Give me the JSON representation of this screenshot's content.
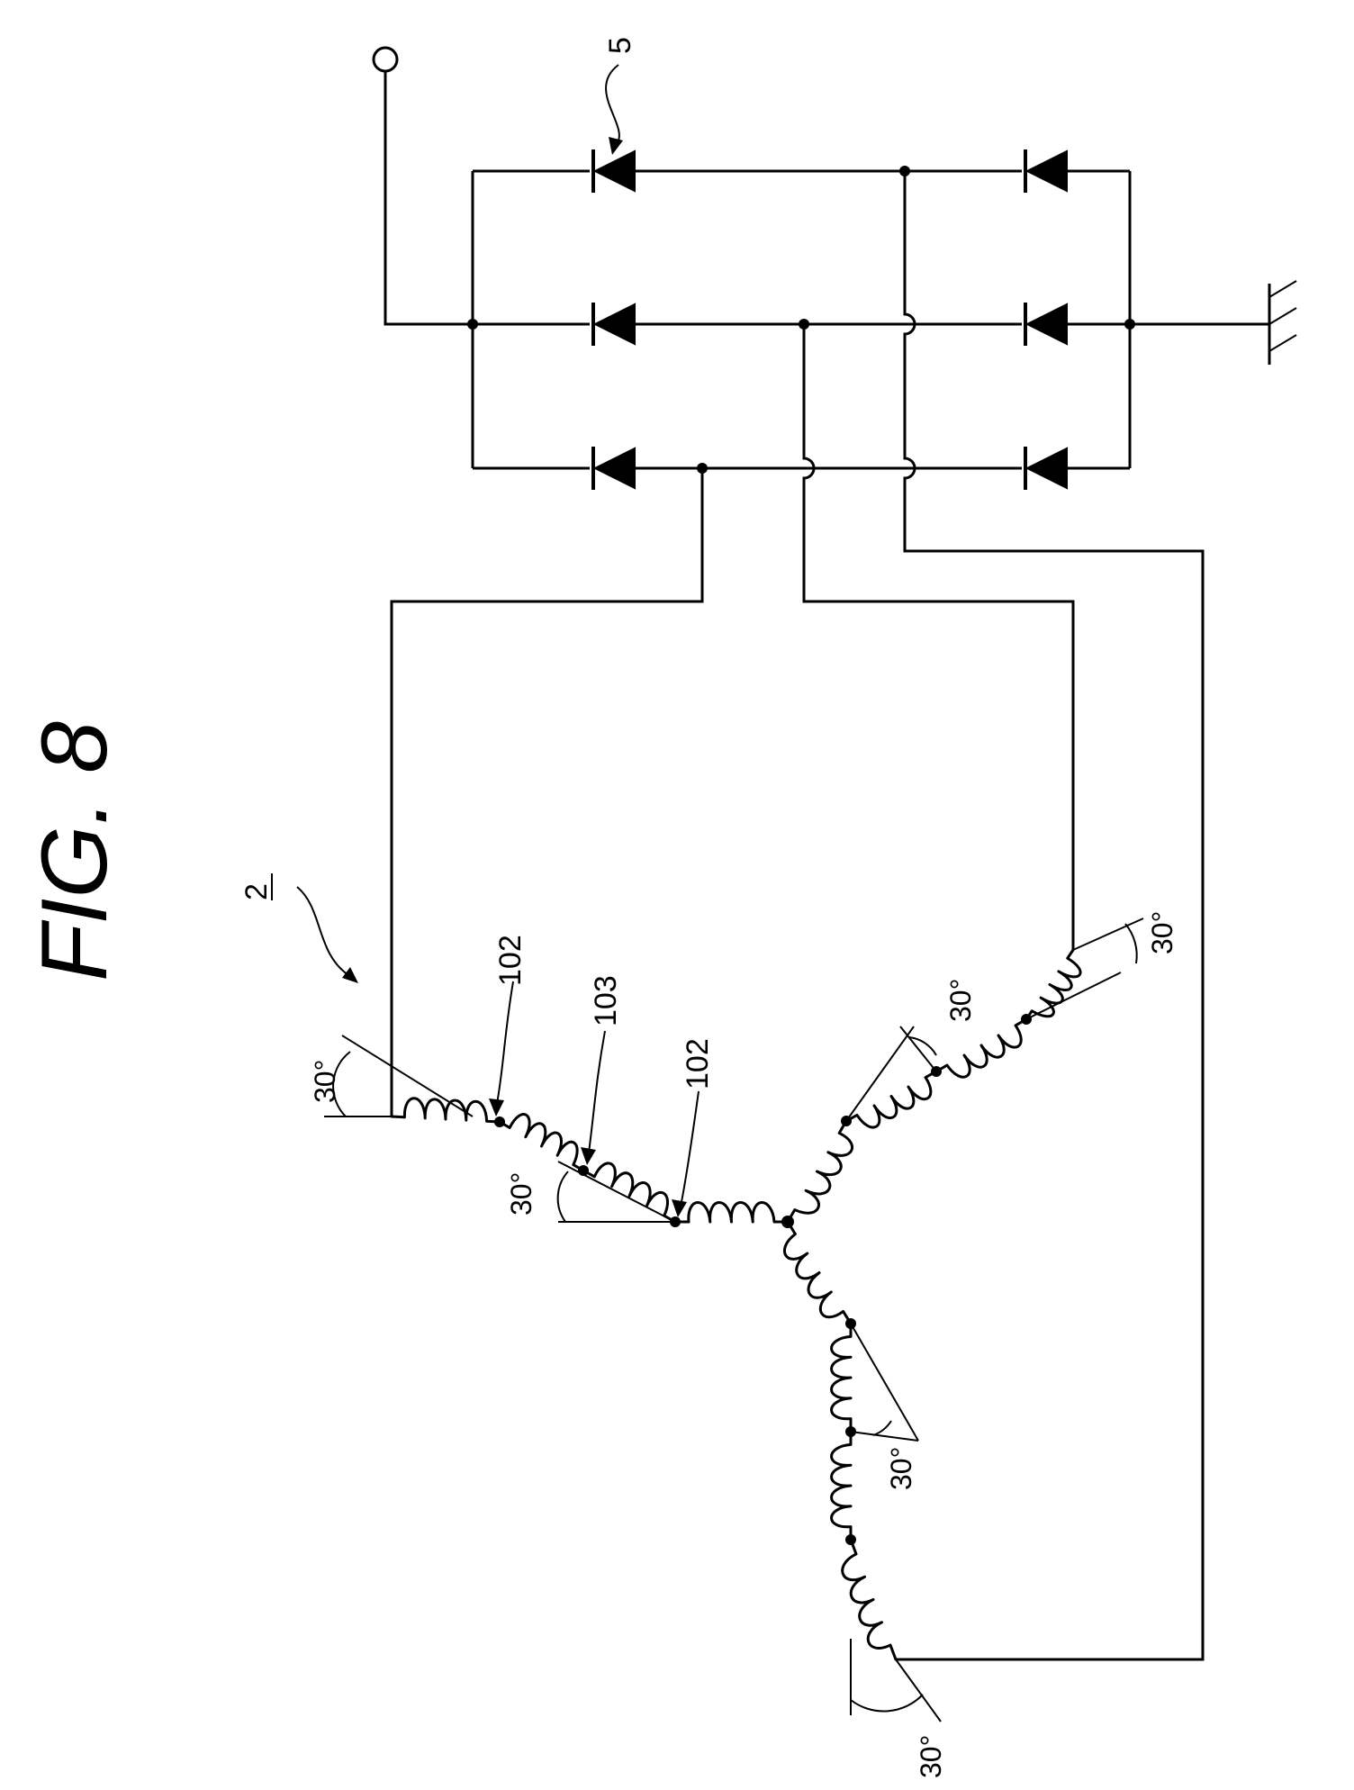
{
  "figure": {
    "title": "FIG. 8"
  },
  "reference_numerals": {
    "stator_winding": "2",
    "rectifier": "5",
    "coil_a": "102",
    "coil_b": "103",
    "coil_c": "102"
  },
  "angle_label": "30°",
  "angles": [
    {
      "id": "top-outer",
      "value": "30°"
    },
    {
      "id": "top-inner",
      "value": "30°"
    },
    {
      "id": "upper-right-inner",
      "value": "30°"
    },
    {
      "id": "upper-right-outer",
      "value": "30°"
    },
    {
      "id": "lower-inner",
      "value": "30°"
    },
    {
      "id": "lower-outer",
      "value": "30°"
    }
  ]
}
